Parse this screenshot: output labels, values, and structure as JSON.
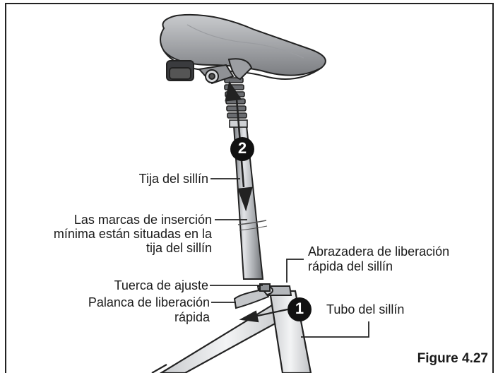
{
  "labels": {
    "seatpost": "Tija del sillín",
    "insertion_marks_line1": "Las marcas de inserción",
    "insertion_marks_line2": "mínima están situadas en la",
    "insertion_marks_line3": "tija del sillín",
    "clamp_line1": "Abrazadera de liberación",
    "clamp_line2": "rápida del sillín",
    "adjust_nut": "Tuerca de ajuste",
    "lever_line1": "Palanca de liberación",
    "lever_line2": "rápida",
    "seat_tube": "Tubo del sillín"
  },
  "steps": {
    "step1": "1",
    "step2": "2"
  },
  "figure_caption": "Figure 4.27",
  "colors": {
    "frame_outline": "#222222",
    "metal": "#b9bcc0",
    "saddle": "#8e9094",
    "badge": "#111111"
  }
}
